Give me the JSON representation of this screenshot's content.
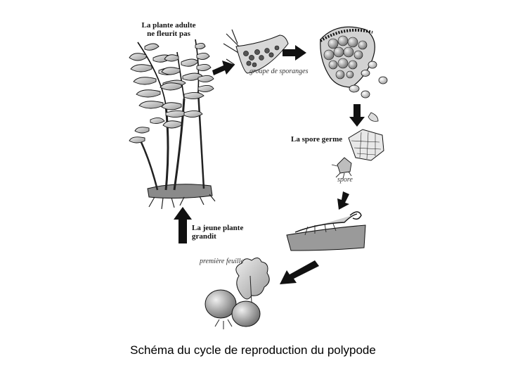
{
  "labels": {
    "adult_plant_line1": "La plante adulte",
    "adult_plant_line2": "ne fleurit pas",
    "sporangia_group": "groupe de sporanges",
    "spore_germ": "La spore germe",
    "spore": "spore",
    "first_leaf": "première feuille",
    "young_plant_line1": "La jeune plante",
    "young_plant_line2": "grandit"
  },
  "caption": "Schéma du cycle de reproduction du polypode",
  "colors": {
    "ink": "#111111",
    "mid_gray": "#8a8a8a",
    "light_gray": "#c9c9c9",
    "background": "#ffffff"
  }
}
